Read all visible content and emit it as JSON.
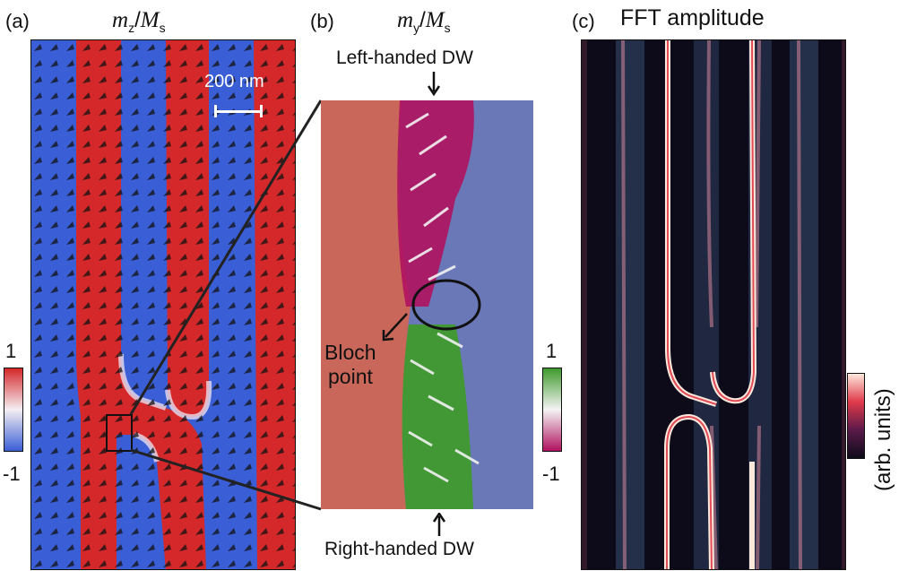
{
  "panel_a": {
    "label": "(a)",
    "title_num": "m",
    "title_num_sub": "z",
    "title_sep": "/",
    "title_den": "M",
    "title_den_sub": "s",
    "scalebar_label": "200 nm",
    "cbar_max": "1",
    "cbar_min": "-1"
  },
  "panel_b": {
    "label": "(b)",
    "title_num": "m",
    "title_num_sub": "y",
    "title_sep": "/",
    "title_den": "M",
    "title_den_sub": "s",
    "top_annotation": "Left-handed DW",
    "bottom_annotation": "Right-handed DW",
    "bloch_line1": "Bloch",
    "bloch_line2": "point",
    "cbar_max": "1",
    "cbar_min": "-1"
  },
  "panel_c": {
    "label": "(c)",
    "title": "FFT amplitude",
    "cbar_label": "(arb. units)"
  },
  "colors": {
    "mz_red": "#d4282a",
    "mz_blue": "#3a5ed6",
    "my_green": "#3f9a2c",
    "my_magenta": "#b0125f",
    "fft_dark": "#0d0b1a",
    "fft_band": "#24304a",
    "fft_bright": "#fde8dc"
  }
}
